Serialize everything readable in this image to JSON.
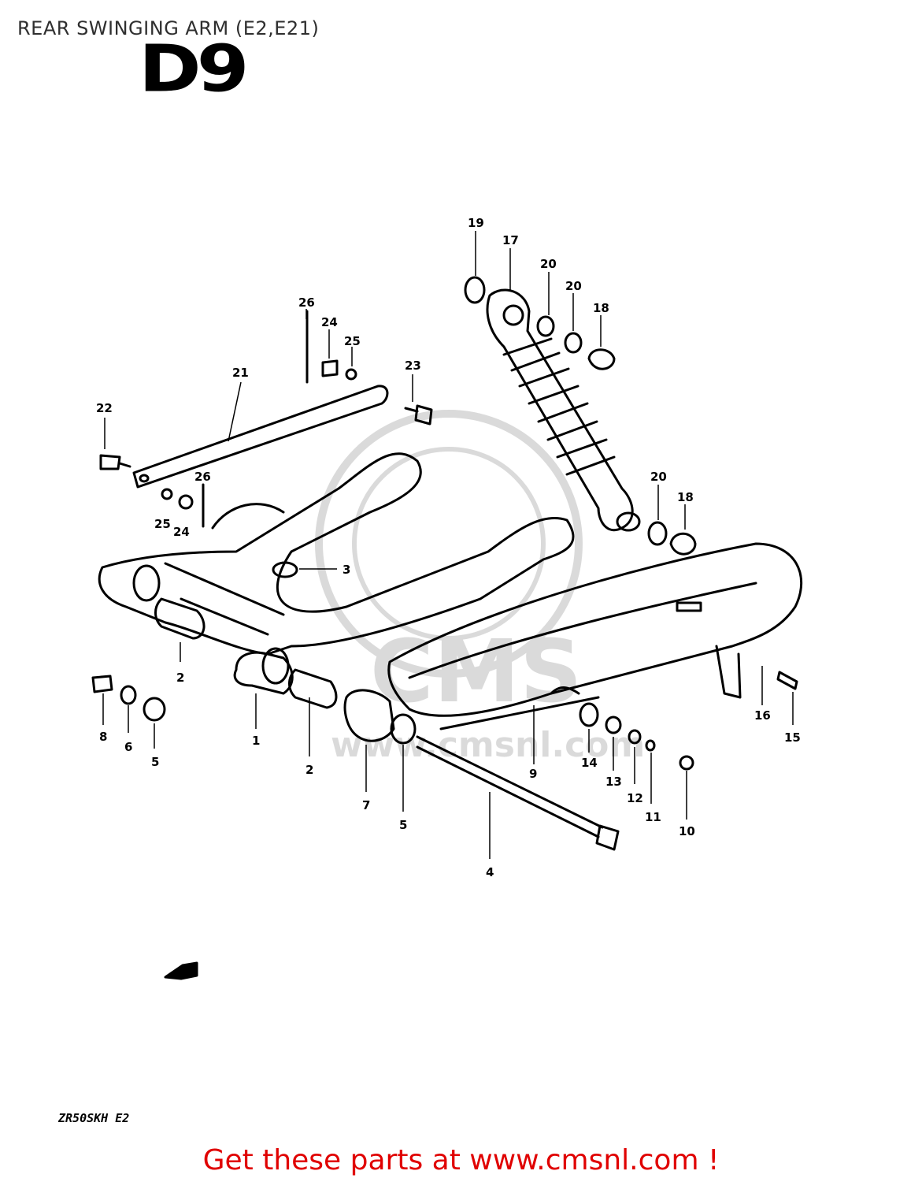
{
  "header": {
    "title": "REAR SWINGING ARM (E2,E21)",
    "section_code": "D9"
  },
  "callouts": [
    {
      "id": "c1",
      "label": "1"
    },
    {
      "id": "c2a",
      "label": "2"
    },
    {
      "id": "c2b",
      "label": "2"
    },
    {
      "id": "c3",
      "label": "3"
    },
    {
      "id": "c4",
      "label": "4"
    },
    {
      "id": "c5a",
      "label": "5"
    },
    {
      "id": "c5b",
      "label": "5"
    },
    {
      "id": "c6",
      "label": "6"
    },
    {
      "id": "c7",
      "label": "7"
    },
    {
      "id": "c8",
      "label": "8"
    },
    {
      "id": "c9",
      "label": "9"
    },
    {
      "id": "c10",
      "label": "10"
    },
    {
      "id": "c11",
      "label": "11"
    },
    {
      "id": "c12",
      "label": "12"
    },
    {
      "id": "c13",
      "label": "13"
    },
    {
      "id": "c14",
      "label": "14"
    },
    {
      "id": "c15",
      "label": "15"
    },
    {
      "id": "c16",
      "label": "16"
    },
    {
      "id": "c17",
      "label": "17"
    },
    {
      "id": "c18a",
      "label": "18"
    },
    {
      "id": "c18b",
      "label": "18"
    },
    {
      "id": "c19",
      "label": "19"
    },
    {
      "id": "c20a",
      "label": "20"
    },
    {
      "id": "c20b",
      "label": "20"
    },
    {
      "id": "c20c",
      "label": "20"
    },
    {
      "id": "c21",
      "label": "21"
    },
    {
      "id": "c22",
      "label": "22"
    },
    {
      "id": "c23",
      "label": "23"
    },
    {
      "id": "c24a",
      "label": "24"
    },
    {
      "id": "c24b",
      "label": "24"
    },
    {
      "id": "c25a",
      "label": "25"
    },
    {
      "id": "c25b",
      "label": "25"
    },
    {
      "id": "c26a",
      "label": "26"
    },
    {
      "id": "c26b",
      "label": "26"
    }
  ],
  "watermark": {
    "text": "CMS",
    "url_text": "www.cmsnl.com"
  },
  "footer": {
    "model_code": "ZR50SKH E2",
    "promo_text": "Get these parts at www.cmsnl.com !",
    "promo_color": "#e00000"
  }
}
